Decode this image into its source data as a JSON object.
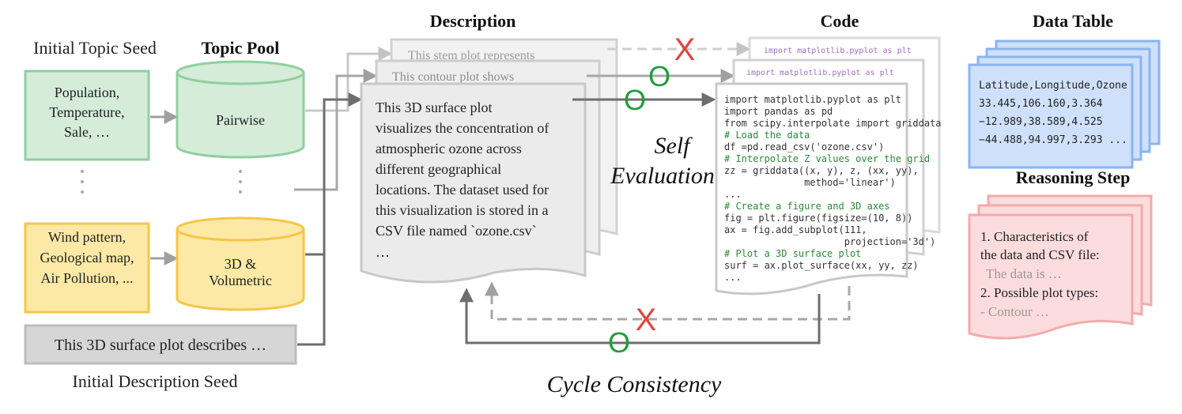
{
  "headers": {
    "initial_topic_seed": "Initial Topic Seed",
    "topic_pool": "Topic Pool",
    "description": "Description",
    "code": "Code",
    "data_table": "Data Table",
    "reasoning_step": "Reasoning Step",
    "initial_description_seed": "Initial Description Seed"
  },
  "topic_seeds": {
    "green": [
      "Population,",
      "Temperature,",
      "Sale, …"
    ],
    "yellow": [
      "Wind pattern,",
      "Geological map,",
      "Air Pollution, ..."
    ]
  },
  "topic_pool": {
    "green": [
      "Pairwise"
    ],
    "yellow": [
      "3D &",
      "Volumetric"
    ]
  },
  "description_seed": "This 3D surface plot describes …",
  "descriptions": {
    "back": "This stem plot represents",
    "middle": "This contour plot shows",
    "front": [
      "This 3D surface plot",
      "visualizes the concentration of",
      "atmospheric ozone across",
      "different geographical",
      "locations. The dataset used for",
      "this visualization is stored in a",
      "CSV file named `ozone.csv`",
      "…"
    ]
  },
  "code": {
    "back": "import matplotlib.pyplot as plt",
    "middle": "import matplotlib.pyplot as plt",
    "front": [
      "import matplotlib.pyplot as plt",
      "import pandas as pd",
      "from scipy.interpolate import griddata",
      "# Load the data",
      "df =pd.read_csv('ozone.csv')",
      "# Interpolate Z values over the grid",
      "zz = griddata((x, y), z, (xx, yy),",
      "              method='linear')",
      "...",
      "# Create a figure and 3D axes",
      "fig = plt.figure(figsize=(10, 8))",
      "ax = fig.add_subplot(111,",
      "                     projection='3d')",
      "# Plot a 3D surface plot",
      "surf = ax.plot_surface(xx, yy, zz)",
      "..."
    ]
  },
  "data_table": [
    "Latitude,Longitude,Ozone",
    "33.445,106.160,3.364",
    "−12.989,38.589,4.525",
    "−44.488,94.997,3.293 ..."
  ],
  "reasoning": [
    "1. Characteristics of",
    "the data and CSV file:",
    "The data is …",
    "2. Possible plot types:",
    "- Contour …"
  ],
  "self_evaluation": [
    "Self",
    "Evaluation"
  ],
  "cycle_consistency": "Cycle Consistency",
  "marks": {
    "fail": "X",
    "pass": "O"
  },
  "colors": {
    "green_fill": "#d5ecd9",
    "green_stroke": "#90cf9f",
    "yellow_fill": "#fde9a6",
    "yellow_stroke": "#f6c64a",
    "blue_fill": "#cfe0fb",
    "blue_stroke": "#8ab4f3",
    "pink_fill": "#fcdcdc",
    "pink_stroke": "#f5aaaa",
    "gray_fill": "#eeeeee",
    "gray_stroke": "#cccccc",
    "fail_red": "#e0463f",
    "pass_green": "#239c3c"
  }
}
